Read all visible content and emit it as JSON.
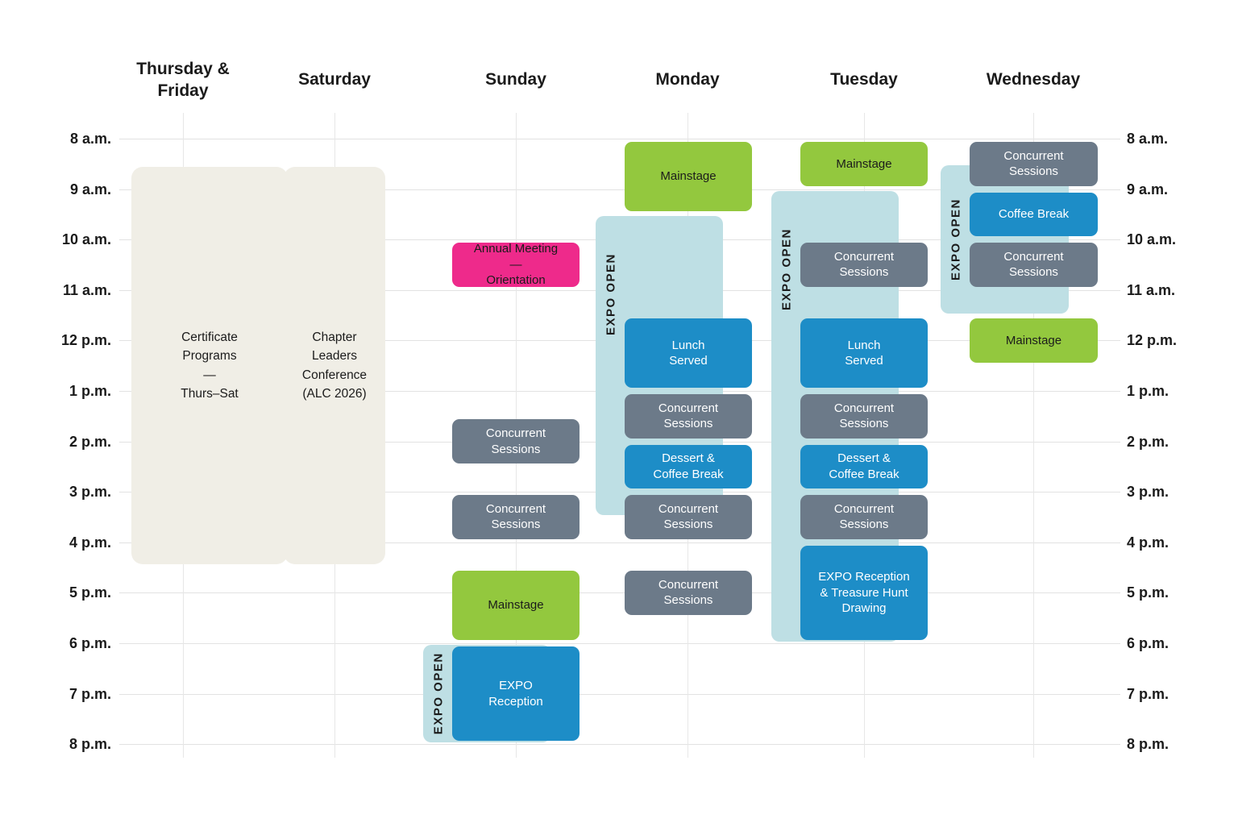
{
  "page": {
    "background": "#ffffff"
  },
  "colors": {
    "mainstage_green": "#93c83e",
    "session_blue": "#1d8dc7",
    "concurrent_slate": "#6c7a89",
    "expo_light_blue": "#bedfe4",
    "annual_meeting_pink": "#ee2a8b",
    "precon_beige": "#f0eee6",
    "text_dark": "#1b1b1b",
    "text_light": "#ffffff",
    "gridline": "#e2e2e2"
  },
  "time_labels": [
    "8 a.m.",
    "9 a.m.",
    "10 a.m.",
    "11 a.m.",
    "12 p.m.",
    "1 p.m.",
    "2 p.m.",
    "3 p.m.",
    "4 p.m.",
    "5 p.m.",
    "6 p.m.",
    "7 p.m.",
    "8 p.m."
  ],
  "chart_data": {
    "type": "table",
    "subtype": "weekly-conference-schedule",
    "time_axis": {
      "start": "8:00",
      "end": "20:00",
      "labels_both_sides": true,
      "grid": true
    },
    "days": [
      {
        "id": "thufri",
        "label": "Thursday &\nFriday"
      },
      {
        "id": "saturday",
        "label": "Saturday"
      },
      {
        "id": "sunday",
        "label": "Sunday"
      },
      {
        "id": "monday",
        "label": "Monday"
      },
      {
        "id": "tuesday",
        "label": "Tuesday"
      },
      {
        "id": "wednesday",
        "label": "Wednesday"
      }
    ],
    "expo_open_bars": [
      {
        "day": "sunday",
        "label": "EXPO OPEN",
        "start": "18:00",
        "end": "20:00"
      },
      {
        "day": "monday",
        "label": "EXPO OPEN",
        "start": "9:30",
        "end": "15:30"
      },
      {
        "day": "tuesday",
        "label": "EXPO OPEN",
        "start": "9:00",
        "end": "18:00"
      },
      {
        "day": "wednesday",
        "label": "EXPO OPEN",
        "start": "8:30",
        "end": "11:30"
      }
    ],
    "events": [
      {
        "name": "certificate-programs",
        "day": "thufri",
        "color": "precon_beige",
        "start": "8:30",
        "end": "16:30",
        "label": "Certificate\nPrograms\n—\nThurs–Sat"
      },
      {
        "name": "chapter-leaders-conference",
        "day": "saturday",
        "color": "precon_beige",
        "start": "8:30",
        "end": "16:30",
        "label": "Chapter\nLeaders\nConference\n(ALC 2026)"
      },
      {
        "name": "annual-meeting-orientation",
        "day": "sunday",
        "color": "annual_meeting_pink",
        "start": "10:00",
        "end": "11:00",
        "label": "Annual Meeting\n—\nOrientation"
      },
      {
        "name": "concurrent-sessions",
        "day": "sunday",
        "color": "concurrent_slate",
        "start": "13:30",
        "end": "14:30",
        "label": "Concurrent\nSessions"
      },
      {
        "name": "concurrent-sessions",
        "day": "sunday",
        "color": "concurrent_slate",
        "start": "15:00",
        "end": "16:00",
        "label": "Concurrent\nSessions"
      },
      {
        "name": "mainstage",
        "day": "sunday",
        "color": "mainstage_green",
        "start": "16:30",
        "end": "18:00",
        "label": "Mainstage"
      },
      {
        "name": "expo-reception",
        "day": "sunday",
        "color": "session_blue",
        "start": "18:00",
        "end": "20:00",
        "label": "EXPO\nReception"
      },
      {
        "name": "mainstage",
        "day": "monday",
        "color": "mainstage_green",
        "start": "8:00",
        "end": "9:30",
        "label": "Mainstage"
      },
      {
        "name": "lunch-served",
        "day": "monday",
        "color": "session_blue",
        "start": "11:30",
        "end": "13:00",
        "label": "Lunch\nServed"
      },
      {
        "name": "concurrent-sessions",
        "day": "monday",
        "color": "concurrent_slate",
        "start": "13:00",
        "end": "14:00",
        "label": "Concurrent\nSessions"
      },
      {
        "name": "dessert-coffee-break",
        "day": "monday",
        "color": "session_blue",
        "start": "14:00",
        "end": "15:00",
        "label": "Dessert &\nCoffee Break"
      },
      {
        "name": "concurrent-sessions",
        "day": "monday",
        "color": "concurrent_slate",
        "start": "15:00",
        "end": "16:00",
        "label": "Concurrent\nSessions"
      },
      {
        "name": "concurrent-sessions",
        "day": "monday",
        "color": "concurrent_slate",
        "start": "16:30",
        "end": "17:30",
        "label": "Concurrent\nSessions"
      },
      {
        "name": "mainstage",
        "day": "tuesday",
        "color": "mainstage_green",
        "start": "8:00",
        "end": "9:00",
        "label": "Mainstage"
      },
      {
        "name": "concurrent-sessions",
        "day": "tuesday",
        "color": "concurrent_slate",
        "start": "10:00",
        "end": "11:00",
        "label": "Concurrent\nSessions"
      },
      {
        "name": "lunch-served",
        "day": "tuesday",
        "color": "session_blue",
        "start": "11:30",
        "end": "13:00",
        "label": "Lunch\nServed"
      },
      {
        "name": "concurrent-sessions",
        "day": "tuesday",
        "color": "concurrent_slate",
        "start": "13:00",
        "end": "14:00",
        "label": "Concurrent\nSessions"
      },
      {
        "name": "dessert-coffee-break",
        "day": "tuesday",
        "color": "session_blue",
        "start": "14:00",
        "end": "15:00",
        "label": "Dessert &\nCoffee Break"
      },
      {
        "name": "concurrent-sessions",
        "day": "tuesday",
        "color": "concurrent_slate",
        "start": "15:00",
        "end": "16:00",
        "label": "Concurrent\nSessions"
      },
      {
        "name": "expo-reception-treasure-hunt-drawing",
        "day": "tuesday",
        "color": "session_blue",
        "start": "16:00",
        "end": "18:00",
        "label": "EXPO Reception\n& Treasure Hunt\nDrawing"
      },
      {
        "name": "concurrent-sessions",
        "day": "wednesday",
        "color": "concurrent_slate",
        "start": "8:00",
        "end": "9:00",
        "label": "Concurrent\nSessions"
      },
      {
        "name": "coffee-break",
        "day": "wednesday",
        "color": "session_blue",
        "start": "9:00",
        "end": "10:00",
        "label": "Coffee Break"
      },
      {
        "name": "concurrent-sessions",
        "day": "wednesday",
        "color": "concurrent_slate",
        "start": "10:00",
        "end": "11:00",
        "label": "Concurrent\nSessions"
      },
      {
        "name": "mainstage",
        "day": "wednesday",
        "color": "mainstage_green",
        "start": "11:30",
        "end": "12:30",
        "label": "Mainstage"
      }
    ]
  }
}
